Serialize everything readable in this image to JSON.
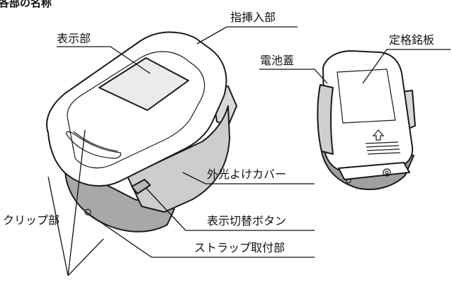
{
  "header_fragment": "各部の名称",
  "labels": {
    "finger_insert": "指挿入部",
    "display": "表示部",
    "battery_cover": "電池蓋",
    "rating_plate": "定格銘板",
    "light_cover": "外光よけカバー",
    "clip": "クリップ部",
    "display_switch": "表示切替ボタン",
    "strap": "ストラップ取付部"
  },
  "colors": {
    "outline": "#1a1a1a",
    "body_white": "#ffffff",
    "body_light": "#e6e6e6",
    "body_mid": "#cfcfcf",
    "body_dark": "#9a9a9a",
    "display_gray": "#eeeeee"
  }
}
